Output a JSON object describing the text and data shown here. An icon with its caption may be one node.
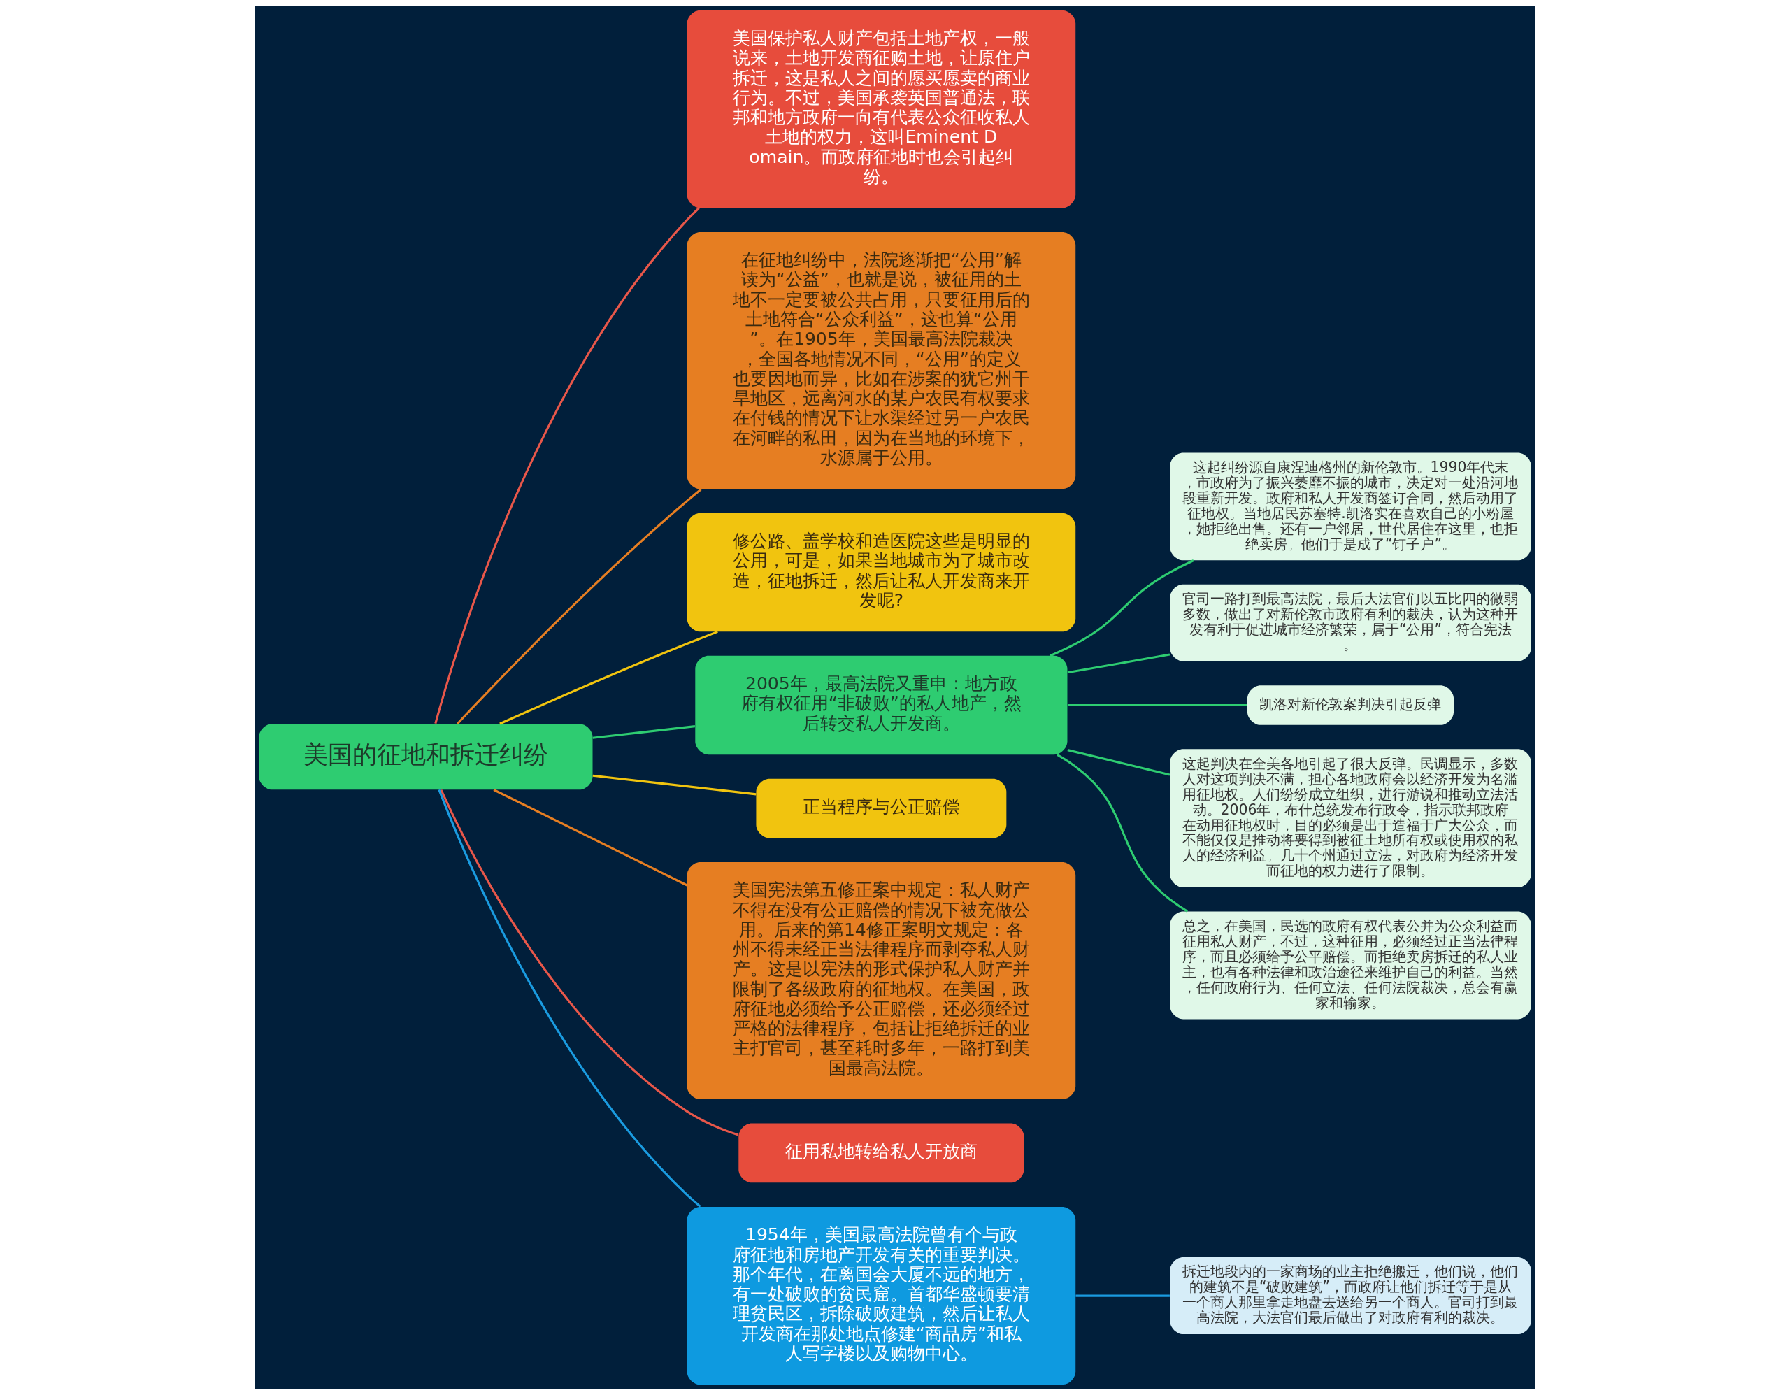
{
  "diagram": {
    "nodes": [
      {
        "text": [
          "美国的征地和拆迁纠纷"
        ]
      },
      {
        "text": [
          "美国保护私人财产包括土地产权，一般说来，土地开发商征购土地，让原住户拆迁，这是私人之间的愿买愿卖的商业行为。不过，美国承袭英国普通法，联邦和地方政府一向有代表公众征收私人土地的权力，这叫Eminent Domain。而政府征地时也会引起纠纷。"
        ]
      },
      {
        "text": [
          "在征地纠纷中，法院逐渐把“公用”解读为“公益”，也就是说，被征用的土地不一定要被公共占用，只要征用后的土地符合“公众利益”，这也算“公用”。在1905年，美国最高法院裁决，全国各地情况不同，“公用”的定义也要因地而异，比如在涉案的犹它州干旱地区，远离河水的某户农民有权要求在付钱的情况下让水渠经过另一户农民在河畔的私田，因为在当地的环境下，水源属于公用。"
        ]
      },
      {
        "text": [
          "修公路、盖学校和造医院这些是明显的公用，可是，如果当地城市为了城市改造，征地拆迁，然后让私人开发商来开发呢?"
        ]
      },
      {
        "text": [
          "2005年，最高法院又重申：地方政府有权征用“非破败”的私人地产，然后转交私人开发商。"
        ]
      },
      {
        "text": [
          "这起纠纷源自康涅迪格州的新伦敦市。1990年代末，市政府为了振兴萎靡不振的城市，决定对一处沿河地段重新开发。政府和私人开发商签订合同，然后动用了征地权。当地居民苏塞特.凯洛实在喜欢自己的小粉屋，她拒绝出售。还有一户邻居，世代居住在这里，也拒绝卖房。他们于是成了“钉子户”。"
        ]
      },
      {
        "text": [
          "官司一路打到最高法院，最后大法官们以五比四的微弱多数，做出了对新伦敦市政府有利的裁决，认为这种开发有利于促进城市经济繁荣，属于“公用”，符合宪法。"
        ]
      },
      {
        "text": [
          "凯洛对新伦敦案判决引起反弹"
        ]
      },
      {
        "text": [
          "这起判决在全美各地引起了很大反弹。民调显示，多数人对这项判决不满，担心各地政府会以经济开发为名滥用征地权。人们纷纷成立组织，进行游说和推动立法活动。2006年，布什总统发布行政令，指示联邦政府在动用征地权时，目的必须是出于造福于广大公众，而不能仅仅是推动将要得到被征土地所有权或使用权的私人的经济利益。几十个州通过立法，对政府为经济开发而征地的权力进行了限制。"
        ]
      },
      {
        "text": [
          "总之，在美国，民选的政府有权代表公并为公众利益而征用私人财产，不过，这种征用，必须经过正当法律程序，而且必须给予公平赔偿。而拒绝卖房拆迁的私人业主，也有各种法律和政治途径来维护自己的利益。当然，任何政府行为、任何立法、任何法院裁决，总会有赢家和输家。"
        ]
      },
      {
        "text": [
          "正当程序与公正赔偿"
        ]
      },
      {
        "text": [
          "美国宪法第五修正案中规定：私人财产不得在没有公正赔偿的情况下被充做公用。后来的第14修正案明文规定：各州不得未经正当法律程序而剥夺私人财产。这是以宪法的形式保护私人财产并限制了各级政府的征地权。在美国，政府征地必须给予公正赔偿，还必须经过严格的法律程序，包括让拒绝拆迁的业主打官司，甚至耗时多年，一路打到美国最高法院。"
        ]
      },
      {
        "text": [
          "征用私地转给私人开放商"
        ]
      },
      {
        "text": [
          "1954年，美国最高法院曾有个与政府征地和房地产开发有关的重要判决。那个年代，在离国会大厦不远的地方，有一处破败的贫民窟。首都华盛顿要清理贫民区，拆除破败建筑，然后让私人开发商在那处地点修建“商品房”和私人写字楼以及购物中心。"
        ]
      },
      {
        "text": [
          "拆迁地段内的一家商场的业主拒绝搬迁，他们说，他们的建筑不是“破败建筑”，而政府让他们拆迁等于是从一个商人那里拿走地盘去送给另一个商人。官司打到最高法院，大法官们最后做出了对政府有利的裁决。"
        ]
      }
    ],
    "edges": [
      {
        "from": 0,
        "to": 1,
        "arrow": "none",
        "color": "#e8574a"
      },
      {
        "from": 0,
        "to": 2,
        "arrow": "none",
        "color": "#e67e22"
      },
      {
        "from": 0,
        "to": 3,
        "arrow": "none",
        "color": "#f1c40f"
      },
      {
        "from": 0,
        "to": 4,
        "arrow": "none"
      },
      {
        "from": 4,
        "to": 5,
        "arrow": "none"
      },
      {
        "from": 4,
        "to": 6,
        "arrow": "none"
      },
      {
        "from": 4,
        "to": 7,
        "arrow": "none"
      },
      {
        "from": 4,
        "to": 8,
        "arrow": "none"
      },
      {
        "from": 4,
        "to": 9,
        "arrow": "none"
      },
      {
        "from": 0,
        "to": 10,
        "arrow": "none",
        "color": "#f1c40f"
      },
      {
        "from": 0,
        "to": 11,
        "arrow": "none",
        "color": "#e67e22"
      },
      {
        "from": 0,
        "to": 12,
        "arrow": "none",
        "color": "#e8574a"
      },
      {
        "from": 0,
        "to": 13,
        "arrow": "none",
        "color": "#1a9be0"
      },
      {
        "from": 13,
        "to": 14,
        "arrow": "none",
        "color": "#1a9be0"
      }
    ]
  }
}
